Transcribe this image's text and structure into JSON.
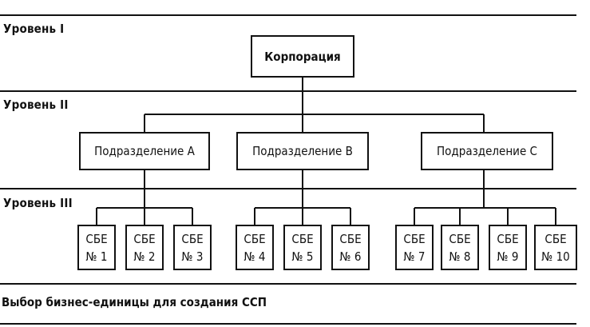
{
  "levels": {
    "level1": "Уровень I",
    "level2": "Уровень II",
    "level3": "Уровень III"
  },
  "corporation": "Корпорация",
  "divisions": [
    "Подразделение А",
    "Подразделение В",
    "Подразделение С"
  ],
  "units": [
    {
      "top": "СБЕ",
      "bottom": "№ 1"
    },
    {
      "top": "СБЕ",
      "bottom": "№ 2"
    },
    {
      "top": "СБЕ",
      "bottom": "№ 3"
    },
    {
      "top": "СБЕ",
      "bottom": "№ 4"
    },
    {
      "top": "СБЕ",
      "bottom": "№ 5"
    },
    {
      "top": "СБЕ",
      "bottom": "№ 6"
    },
    {
      "top": "СБЕ",
      "bottom": "№ 7"
    },
    {
      "top": "СБЕ",
      "bottom": "№ 8"
    },
    {
      "top": "СБЕ",
      "bottom": "№ 9"
    },
    {
      "top": "СБЕ",
      "bottom": "№ 10"
    }
  ],
  "caption": "Выбор бизнес-единицы для создания ССП"
}
